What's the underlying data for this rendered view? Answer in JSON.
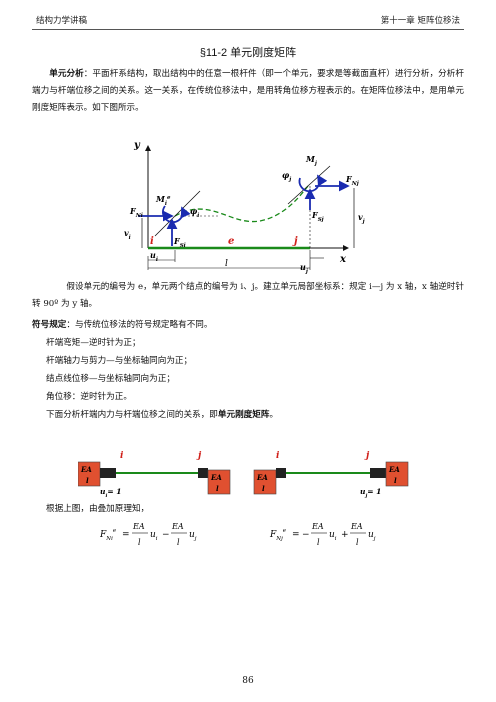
{
  "header": {
    "left": "结构力学讲稿",
    "right": "第十一章  矩阵位移法"
  },
  "section_title": "§11-2  单元刚度矩阵",
  "intro": {
    "lead": "单元分析",
    "text": "：平面杆系结构，取出结构中的任意一根杆件（即一个单元，要求是等截面直杆）进行分析，分析杆端力与杆端位移之间的关系。这一关系，在传统位移法中，是用转角位移方程表示的。在矩阵位移法中，是用单元刚度矩阵表示。如下图所示。"
  },
  "figure1": {
    "axis_y": "y",
    "axis_x": "x",
    "node_i": "i",
    "node_j": "j",
    "element": "e",
    "length": "l",
    "force_M_i": "M",
    "force_F_N_i": "F",
    "force_F_S_i": "F",
    "force_M_j": "M",
    "force_F_N_j": "F",
    "force_F_S_j": "F",
    "disp_u_i": "u",
    "disp_v_i": "v",
    "disp_phi_i": "φ",
    "disp_u_j": "u",
    "disp_v_j": "v",
    "disp_phi_j": "φ",
    "sup_e": "e",
    "sub_i": "i",
    "sub_j": "j",
    "sub_Ni": "Ni",
    "sub_Si": "Si",
    "sub_Nj": "Nj",
    "sub_Sj": "Sj"
  },
  "para2": "假设单元的编号为 e，单元两个结点的编号为 i、j。建立单元局部坐标系：规定 i—j 为 x 轴，x 轴逆时针转 90º 为 y 轴。",
  "sign_lead": "符号规定",
  "sign_text": "：与传统位移法的符号规定略有不同。",
  "sign_items": [
    "杆端弯矩—逆时针为正；",
    "杆端轴力与剪力—与坐标轴同向为正；",
    "结点线位移—与坐标轴同向为正；",
    "角位移：逆时针为正。"
  ],
  "para3_pre": "下面分析杆端内力与杆端位移之间的关系，即",
  "para3_bold": "单元刚度矩阵",
  "para3_post": "。",
  "figure2": {
    "left": {
      "node_i": "i",
      "node_j": "j",
      "ea": "EA",
      "l": "l",
      "disp": "u",
      "disp_val": "= 1"
    },
    "right": {
      "node_i": "i",
      "node_j": "j",
      "ea": "EA",
      "l": "l",
      "disp": "u",
      "disp_val": "= 1"
    }
  },
  "para4": "根据上图，由叠加原理知，",
  "formula": {
    "lhs1": "F",
    "lhs2": "F",
    "ea": "EA",
    "l": "l",
    "u": "u",
    "eq": "=",
    "minus": "−",
    "plus": "+"
  },
  "page_number": "86",
  "colors": {
    "member": "#1a8a1a",
    "force_arrow": "#1a2bb0",
    "node_label": "#d0201a",
    "support_fill": "#e05030"
  }
}
